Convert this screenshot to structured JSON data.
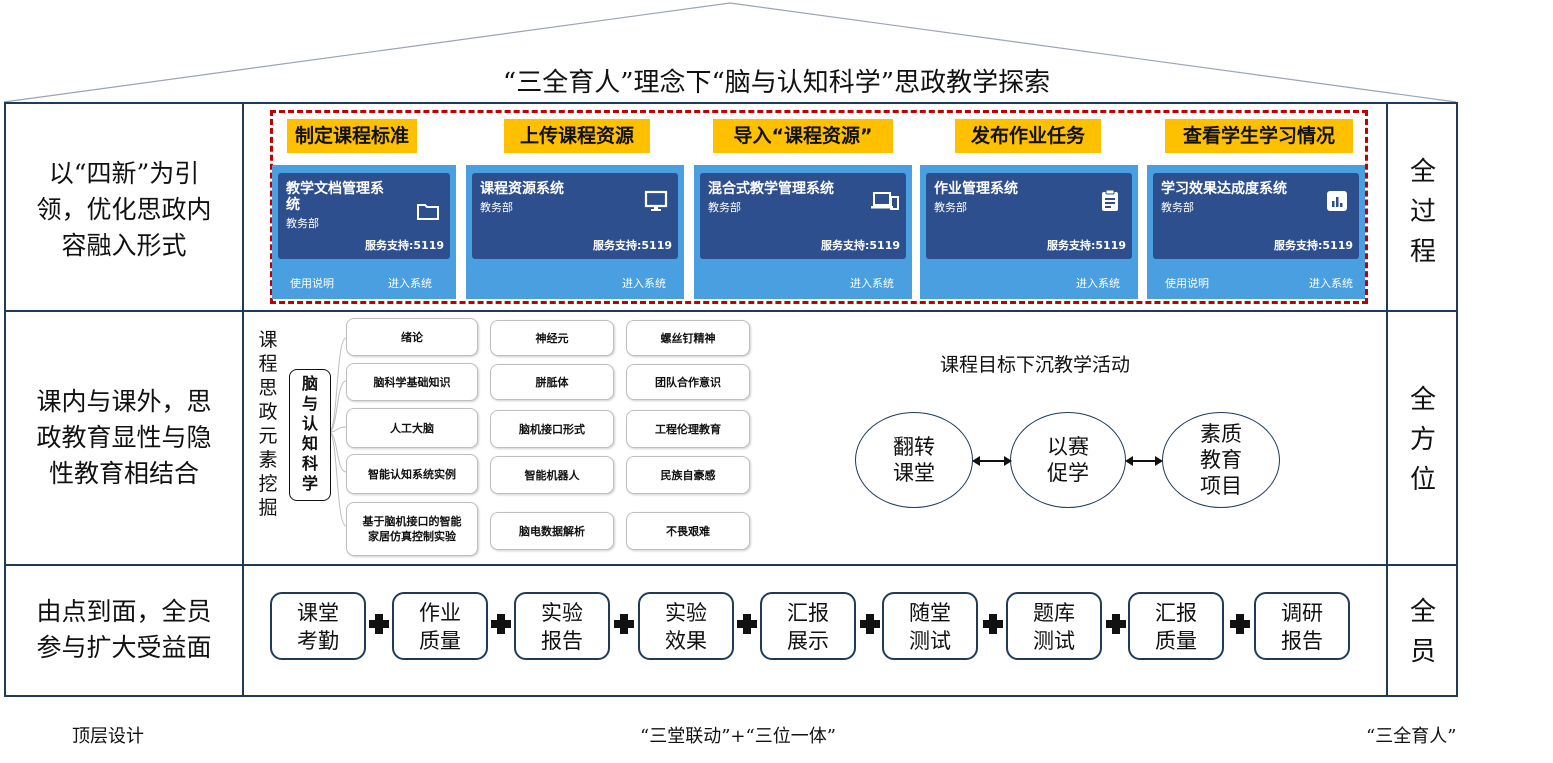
{
  "title": "“三全育人”理念下“脑与认知科学”思政教学探索",
  "left_labels": [
    "以“四新”为引领，优化思政内容融入形式",
    "课内与课外，思政教育显性与隐性教育相结合",
    "由点到面，全员参与扩大受益面"
  ],
  "left_label_lines": [
    [
      "以“四新”为引",
      "领，优化思政内",
      "容融入形式"
    ],
    [
      "课内与课外，思",
      "政教育显性与隐",
      "性教育相结合"
    ],
    [
      "由点到面，全员",
      "参与扩大受益面"
    ]
  ],
  "right_labels": [
    [
      "全",
      "过",
      "程"
    ],
    [
      "全",
      "方",
      "位"
    ],
    [
      "全",
      "员"
    ]
  ],
  "row1": {
    "steps": [
      "制定课程标准",
      "上传课程资源",
      "导入“课程资源”",
      "发布作业任务",
      "查看学生学习情况"
    ],
    "cards": [
      {
        "title": "教学文档管理系统",
        "title_lines": [
          "教学文档管理系",
          "统"
        ],
        "dept": "教务部",
        "support": "服务支持:5119",
        "icon": "folder-icon",
        "left_link": "使用说明",
        "right_link": "进入系统"
      },
      {
        "title": "课程资源系统",
        "title_lines": [
          "课程资源系统"
        ],
        "dept": "教务部",
        "support": "服务支持:5119",
        "icon": "monitor-icon",
        "left_link": "",
        "right_link": "进入系统"
      },
      {
        "title": "混合式教学管理系统",
        "title_lines": [
          "混合式教学管理系统"
        ],
        "dept": "教务部",
        "support": "服务支持:5119",
        "icon": "devices-icon",
        "left_link": "",
        "right_link": "进入系统"
      },
      {
        "title": "作业管理系统",
        "title_lines": [
          "作业管理系统"
        ],
        "dept": "教务部",
        "support": "服务支持:5119",
        "icon": "clipboard-icon",
        "left_link": "",
        "right_link": "进入系统"
      },
      {
        "title": "学习效果达成度系统",
        "title_lines": [
          "学习效果达成度系统"
        ],
        "dept": "教务部",
        "support": "服务支持:5119",
        "icon": "bar-chart-icon",
        "left_link": "使用说明",
        "right_link": "进入系统"
      }
    ]
  },
  "row2": {
    "vertical_label": [
      "课",
      "程",
      "思",
      "政",
      "元",
      "素",
      "挖",
      "掘"
    ],
    "root": [
      "脑",
      "与",
      "认",
      "知",
      "科",
      "学"
    ],
    "col1": [
      "绪论",
      "脑科学基础知识",
      "人工大脑",
      "智能认知系统实例",
      "基于脑机接口的智能家居仿真控制实验"
    ],
    "col1_last_lines": [
      "基于脑机接口的智能",
      "家居仿真控制实验"
    ],
    "col2": [
      "神经元",
      "胼胝体",
      "脑机接口形式",
      "智能机器人",
      "脑电数据解析"
    ],
    "col3": [
      "螺丝钉精神",
      "团队合作意识",
      "工程伦理教育",
      "民族自豪感",
      "不畏艰难"
    ],
    "activity_title": "课程目标下沉教学活动",
    "activities": [
      [
        "翻转",
        "课堂"
      ],
      [
        "以赛",
        "促学"
      ],
      [
        "素质",
        "教育",
        "项目"
      ]
    ]
  },
  "row3": {
    "steps": [
      [
        "课堂",
        "考勤"
      ],
      [
        "作业",
        "质量"
      ],
      [
        "实验",
        "报告"
      ],
      [
        "实验",
        "效果"
      ],
      [
        "汇报",
        "展示"
      ],
      [
        "随堂",
        "测试"
      ],
      [
        "题库",
        "测试"
      ],
      [
        "汇报",
        "质量"
      ],
      [
        "调研",
        "报告"
      ]
    ]
  },
  "bottom": {
    "left": "顶层设计",
    "center": "“三堂联动”+“三位一体”",
    "right": "“三全育人”"
  }
}
